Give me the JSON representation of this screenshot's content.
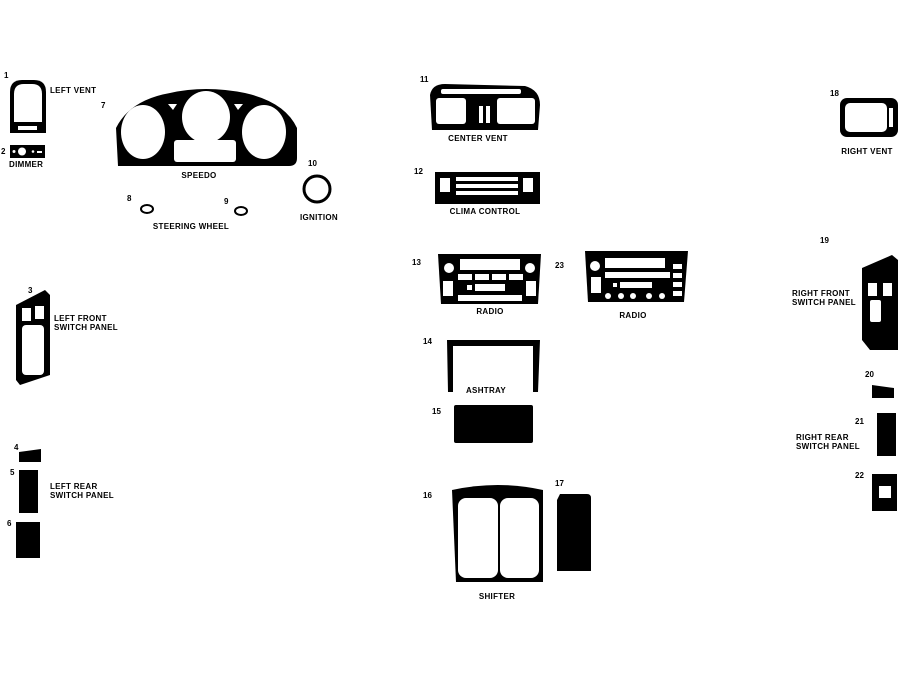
{
  "colors": {
    "part_fill": "#000000",
    "background": "#ffffff"
  },
  "parts": [
    {
      "number": "1",
      "label": "LEFT VENT"
    },
    {
      "number": "2",
      "label": "DIMMER"
    },
    {
      "number": "3",
      "label": "LEFT FRONT\nSWITCH PANEL"
    },
    {
      "number": "4",
      "label": ""
    },
    {
      "number": "5",
      "label": "LEFT REAR\nSWITCH PANEL"
    },
    {
      "number": "6",
      "label": ""
    },
    {
      "number": "7",
      "label": "SPEEDO"
    },
    {
      "number": "8",
      "label": ""
    },
    {
      "number": "9",
      "label": "STEERING WHEEL"
    },
    {
      "number": "10",
      "label": "IGNITION"
    },
    {
      "number": "11",
      "label": "CENTER VENT"
    },
    {
      "number": "12",
      "label": "CLIMA CONTROL"
    },
    {
      "number": "13",
      "label": "RADIO"
    },
    {
      "number": "14",
      "label": "ASHTRAY"
    },
    {
      "number": "15",
      "label": ""
    },
    {
      "number": "16",
      "label": "SHIFTER"
    },
    {
      "number": "17",
      "label": ""
    },
    {
      "number": "18",
      "label": "RIGHT VENT"
    },
    {
      "number": "19",
      "label": "RIGHT FRONT\nSWITCH PANEL"
    },
    {
      "number": "20",
      "label": ""
    },
    {
      "number": "21",
      "label": "RIGHT REAR\nSWITCH PANEL"
    },
    {
      "number": "22",
      "label": ""
    },
    {
      "number": "23",
      "label": "RADIO"
    }
  ]
}
